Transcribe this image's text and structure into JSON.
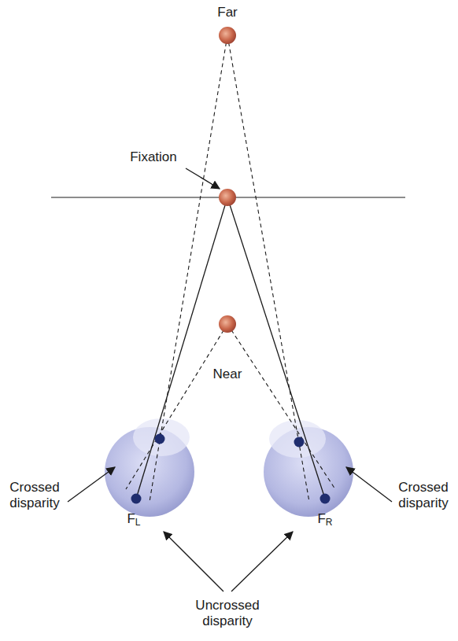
{
  "diagram": {
    "labels": [
      "Far",
      "Fixation",
      "Near",
      "Crossed disparity",
      "Crossed disparity",
      "FL",
      "FR",
      "Uncrossed disparity"
    ]
  }
}
